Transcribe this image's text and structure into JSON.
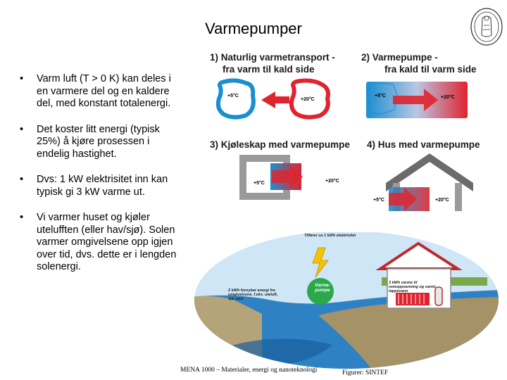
{
  "title": "Varmepumper",
  "bullets": [
    "Varm luft (T > 0 K) kan deles i en varmere del og en kaldere del, med konstant totalenergi.",
    "Det koster litt energi (typisk 25%) å kjøre prosessen i endelig hastighet.",
    "Dvs: 1 kW elektrisitet inn kan typisk gi 3 kW varme ut.",
    "Vi varmer huset og kjøler utelufften (eller hav/sjø). Solen varmer omgivelsene opp igjen over tid, dvs. dette er i lengden solenergi."
  ],
  "bullet_symbol": "•",
  "figure": {
    "panel1": {
      "line1": "1) Naturlig varmetransport -",
      "line2": "fra varm til kald side",
      "cold": "+5°C",
      "hot": "+20°C"
    },
    "panel2": {
      "line1": "2) Varmepumpe -",
      "line2": "fra kald til varm side",
      "cold": "+5°C",
      "hot": "+20°C"
    },
    "panel3": {
      "heading": "3) Kjøleskap med varmepumpe",
      "inside": "+5°C",
      "outside": "+20°C"
    },
    "panel4": {
      "heading": "4) Hus med varmepumpe",
      "outside": "+5°C",
      "inside": "+20°C"
    },
    "bottom": {
      "electricity": "Tilfører ca 1 kWh elektrisitet",
      "pump": "Varme-pumpe",
      "ambient": "2 kWh fornybar energi fra omgivelsene, f.eks. uteluft, sjø, jord",
      "house": "3 kWh varme til romoppvarming og varmt tappevann"
    }
  },
  "footer": {
    "course": "MENA 1000 – Materialer, energi og nanoteknologi",
    "credit": "Figurer: SINTEF"
  },
  "colors": {
    "cold": "#1a8fd0",
    "hot": "#e0242e",
    "gray": "#9a9a9a",
    "roof": "#6b6b6b",
    "sky": "#cfe6f6"
  }
}
